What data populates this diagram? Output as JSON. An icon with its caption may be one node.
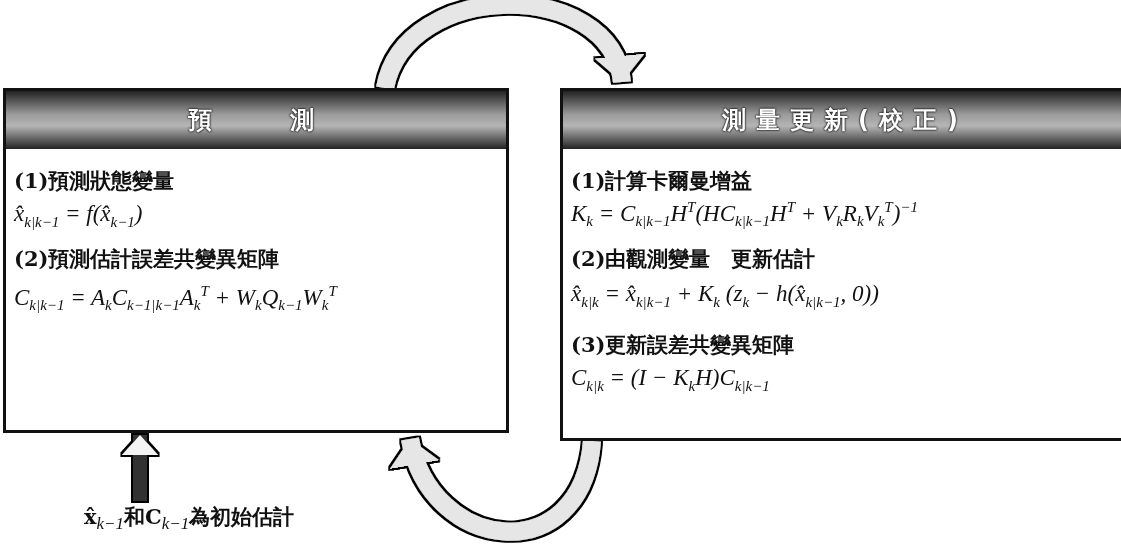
{
  "diagram": {
    "nodes": [
      {
        "text": [
          "預　　測",
          "(1)預測狀態變量",
          "x̂$_{k|k−1}$ = f(x̂$_{k−1}$)",
          "(2)預測估計誤差共變異矩陣",
          "C$_{k|k−1}$ = A$_{k}$C$_{k−1|k−1}$A$_{k}$$^{T}$ + W$_{k}$Q$_{k−1}$W$_{k}$$^{T}$"
        ]
      },
      {
        "text": [
          "測量更新(校正)",
          "(1)計算卡爾曼增益",
          "K$_{k}$ = C$_{k|k−1}$H$^{T}$(HC$_{k|k−1}$H$^{T}$ + V$_{k}$R$_{k}$V$_{k}$$^{T}$)$^{−1}$",
          "(2)由觀測變量　更新估計",
          "x̂$_{k|k}$ = x̂$_{k|k−1}$ + K$_{k}$ (z$_{k}$ − h(x̂$_{k|k−1}$, 0))",
          "(3)更新誤差共變異矩陣",
          "C$_{k|k}$ = (I − K$_{k}$H)C$_{k|k−1}$"
        ]
      },
      {
        "text": [
          "x̂$_{k−1}$和C$_{k−1}$為初始估計"
        ]
      }
    ],
    "edges": [
      {
        "from": 0,
        "to": 1,
        "arrow": "to"
      },
      {
        "from": 1,
        "to": 0,
        "arrow": "to"
      },
      {
        "from": 2,
        "to": 0,
        "arrow": "to",
        "color": "#333333"
      }
    ]
  }
}
